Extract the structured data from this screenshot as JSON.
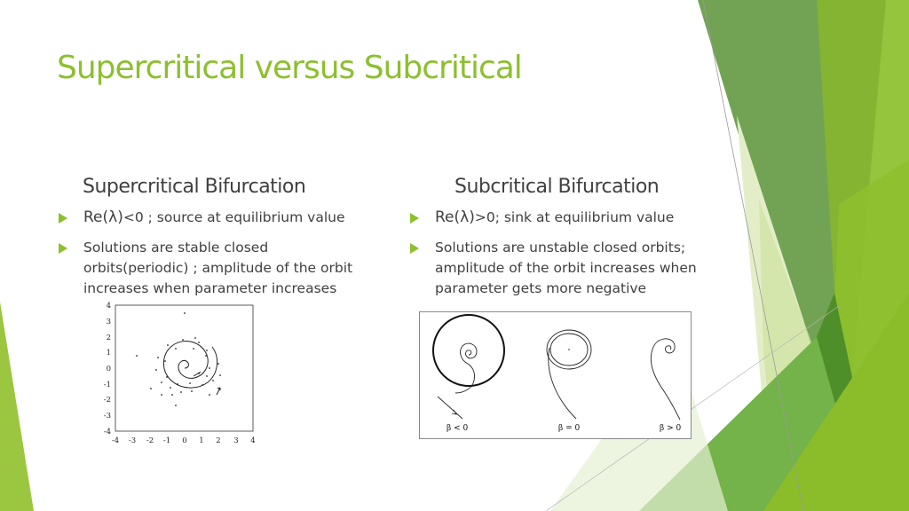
{
  "slide": {
    "title": "Supercritical versus Subcritical",
    "accent_color": "#8dbf2f",
    "text_color": "#404040"
  },
  "left_column": {
    "heading": "Supercritical Bifurcation",
    "bullets": [
      {
        "prefix": "Re(λ)",
        "text": "<0 ; source at equilibrium value"
      },
      {
        "lines": [
          "Solutions are stable closed",
          "orbits(periodic) ; amplitude of the orbit",
          "increases when parameter increases"
        ]
      }
    ],
    "figure": {
      "type": "phase-portrait-scatter",
      "x_ticks": [
        "-4",
        "-3",
        "-2",
        "-1",
        "0",
        "1",
        "2",
        "3",
        "4"
      ],
      "y_ticks": [
        "4",
        "3",
        "2",
        "1",
        "0",
        "-1",
        "-2",
        "-3",
        "-4"
      ]
    }
  },
  "right_column": {
    "heading": "Subcritical Bifurcation",
    "bullets": [
      {
        "prefix": "Re(λ)",
        "text": ">0; sink at equilibrium value"
      },
      {
        "lines": [
          "Solutions are unstable closed orbits;",
          "amplitude of the orbit increases when",
          "parameter gets more negative"
        ]
      }
    ],
    "figure": {
      "type": "phase-portraits",
      "panel_labels": [
        "β < 0",
        "β = 0",
        "β > 0"
      ]
    }
  }
}
